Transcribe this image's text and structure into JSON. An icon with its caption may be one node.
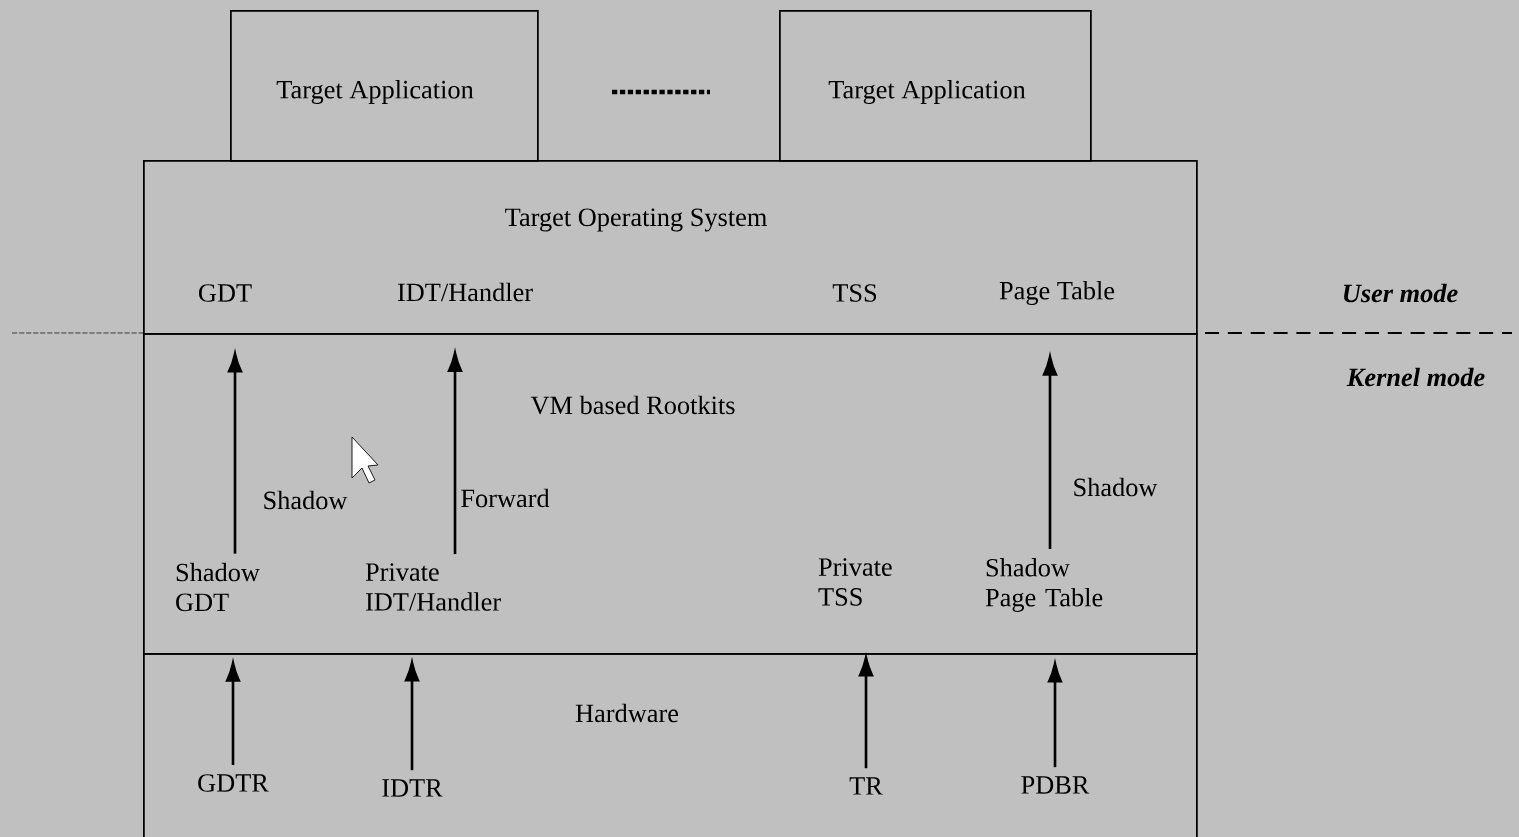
{
  "diagram": {
    "nodes": [
      {
        "text": [
          "Target Application"
        ]
      },
      {
        "text": [
          "Target Application"
        ]
      },
      {
        "text": [
          "Target Operating System"
        ]
      },
      {
        "text": [
          "GDT"
        ],
        "in": 2
      },
      {
        "text": [
          "IDT/Handler"
        ],
        "in": 2
      },
      {
        "text": [
          "TSS"
        ],
        "in": 2
      },
      {
        "text": [
          "Page Table"
        ],
        "in": 2
      },
      {
        "text": [
          "VM based Rootkits"
        ]
      },
      {
        "text": [
          "Shadow GDT"
        ],
        "in": 7
      },
      {
        "text": [
          "Private IDT/Handler"
        ],
        "in": 7
      },
      {
        "text": [
          "Private TSS"
        ],
        "in": 7
      },
      {
        "text": [
          "Shadow Page Table"
        ],
        "in": 7
      },
      {
        "text": [
          "Hardware"
        ]
      },
      {
        "text": [
          "GDTR"
        ],
        "in": 12
      },
      {
        "text": [
          "IDTR"
        ],
        "in": 12
      },
      {
        "text": [
          "TR"
        ],
        "in": 12
      },
      {
        "text": [
          "PDBR"
        ],
        "in": 12
      }
    ],
    "edges": [
      {
        "from": 8,
        "to": 3,
        "arrow": "to",
        "label": "Shadow"
      },
      {
        "from": 9,
        "to": 4,
        "arrow": "to",
        "label": "Forward"
      },
      {
        "from": 11,
        "to": 6,
        "arrow": "to",
        "label": "Shadow"
      },
      {
        "from": 13,
        "to": 8,
        "arrow": "to"
      },
      {
        "from": 14,
        "to": 9,
        "arrow": "to"
      },
      {
        "from": 15,
        "to": 10,
        "arrow": "to"
      },
      {
        "from": 16,
        "to": 11,
        "arrow": "to"
      }
    ],
    "labels": [
      "User mode",
      "Kernel mode"
    ]
  }
}
